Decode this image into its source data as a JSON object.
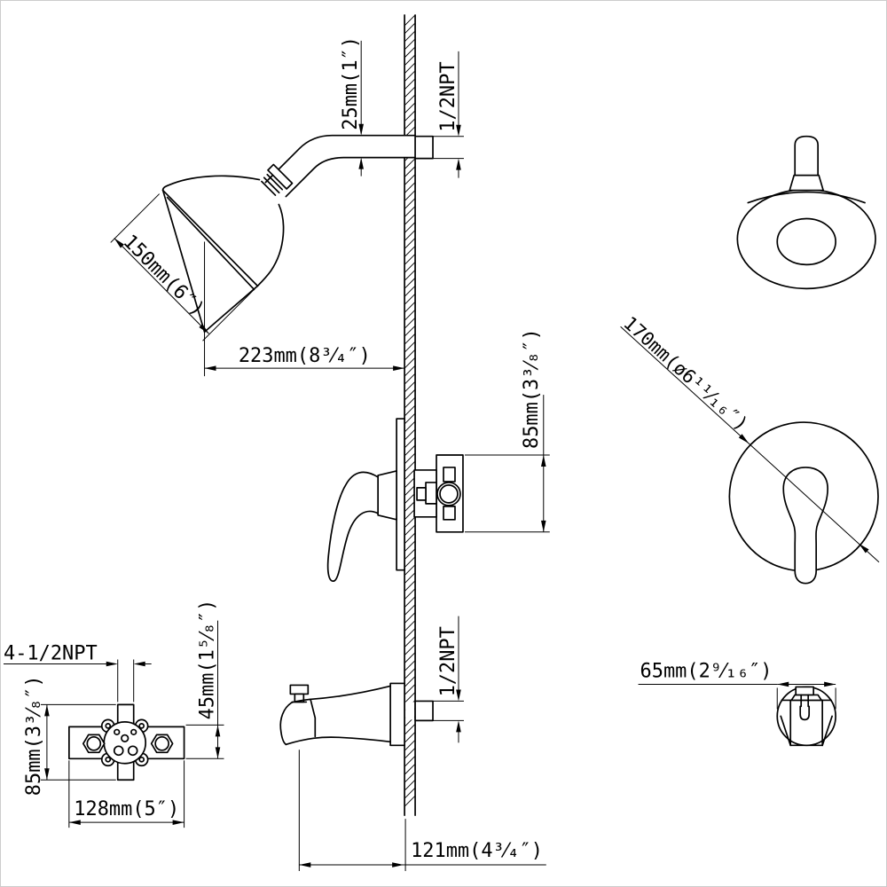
{
  "drawing": {
    "kind": "shower-system-installation-dimension-drawing",
    "colors": {
      "line": "#000000",
      "background": "#ffffff",
      "frame": "#cccccc"
    },
    "labels": {
      "arm_diameter": "25mm(1″)",
      "arm_thread": "1/2NPT",
      "head_diameter": "150mm(6″)",
      "head_to_wall": "223mm(8³⁄₄″)",
      "valve_depth": "85mm(3³⁄₈″)",
      "trim_diameter": "170mm(ø6¹¹⁄₁₆″)",
      "spout_thread": "1/2NPT",
      "spout_reach": "121mm(4³⁄₄″)",
      "valve_ports": "4-1/2NPT",
      "valve_bar_height": "45mm(1⁵⁄₈″)",
      "valve_pipe_height": "85mm(3³⁄₈″)",
      "valve_bar_width": "128mm(5″)",
      "spout_face_width": "65mm(2⁹⁄₁₆″)"
    }
  }
}
